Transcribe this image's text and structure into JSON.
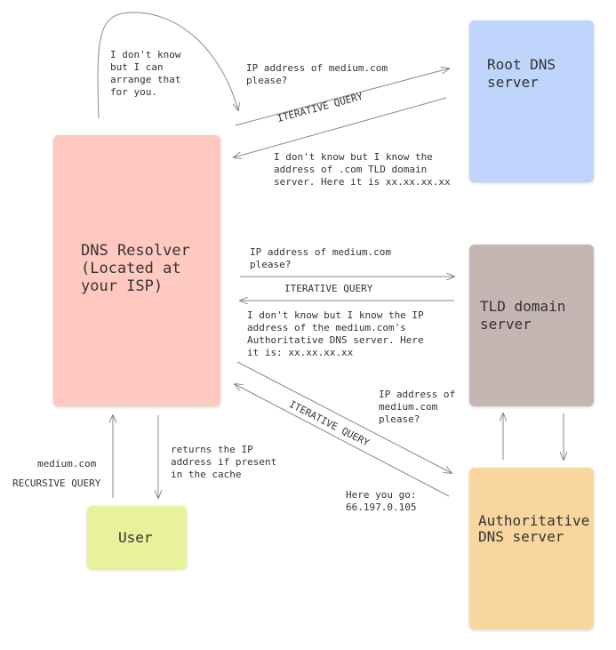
{
  "nodes": {
    "root": "Root DNS\nserver",
    "resolver": "DNS Resolver\n(Located at\nyour ISP)",
    "tld": "TLD domain\nserver",
    "authoritative": "Authoritative\nDNS server",
    "user": "User"
  },
  "labels": {
    "self_note": "I don't know\nbut I can\narrange that\nfor you.",
    "root_query": "IP address of medium.com\nplease?",
    "iterative_1": "ITERATIVE QUERY",
    "root_reply": "I don't know but I know the\naddress of .com TLD domain\nserver. Here it is xx.xx.xx.xx",
    "tld_query": "IP address of medium.com\nplease?",
    "iterative_2": "ITERATIVE QUERY",
    "tld_reply": "I don't know but I know the IP\naddress of the medium.com's\nAuthoritative DNS server. Here\nit is: xx.xx.xx.xx",
    "auth_query": "IP address of\nmedium.com\nplease?",
    "iterative_3": "ITERATIVE QUERY",
    "auth_reply": "Here you go:\n66.197.0.105",
    "user_domain": "medium.com",
    "recursive": "RECURSIVE QUERY",
    "cache_note": "returns the IP\naddress if present\nin the cache"
  },
  "colors": {
    "root": "#bfd5fb",
    "resolver": "#ffc9c0",
    "tld": "#c6b6b3",
    "authoritative": "#fad69f",
    "user": "#e9f19a",
    "arrow": "#8a8a8a"
  }
}
